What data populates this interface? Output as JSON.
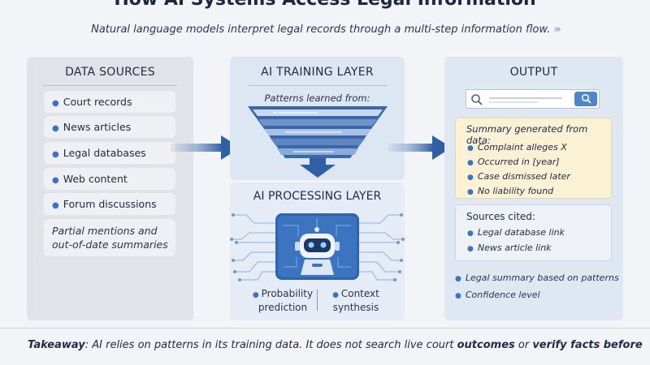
{
  "title": "How AI Systems Access Legal Information",
  "subtitle": "Natural language models interpret legal records through a multi-step information flow.",
  "data_sources": {
    "heading": "DATA SOURCES",
    "items": [
      "Court records",
      "News articles",
      "Legal databases",
      "Web content",
      "Forum discussions"
    ],
    "note": "Partial mentions and out-of-date summaries"
  },
  "training_layer": {
    "heading": "AI TRAINING LAYER",
    "caption": "Patterns learned from:"
  },
  "processing_layer": {
    "heading": "AI PROCESSING LAYER",
    "labels": [
      "Probability prediction",
      "Context synthesis"
    ]
  },
  "output": {
    "heading": "OUTPUT",
    "summary_heading": "Summary generated from data:",
    "summary_items": [
      "Complaint alleges X",
      "Occurred in [year]",
      "Case dismissed later",
      "No liability found"
    ],
    "sources_heading": "Sources cited:",
    "sources_items": [
      "Legal database link",
      "News article link"
    ],
    "notes": [
      "Legal summary based on patterns",
      "Confidence level"
    ]
  },
  "takeaway": {
    "label": "Takeaway",
    "text": ": AI relies on patterns in its training data. It does not search live court ",
    "emph1": "outcomes",
    "mid": " or ",
    "emph2": "verify facts before"
  },
  "colors": {
    "accent": "#3c72c0",
    "arrow": "#3a64a6",
    "summary_bg": "#fbf2d6"
  }
}
